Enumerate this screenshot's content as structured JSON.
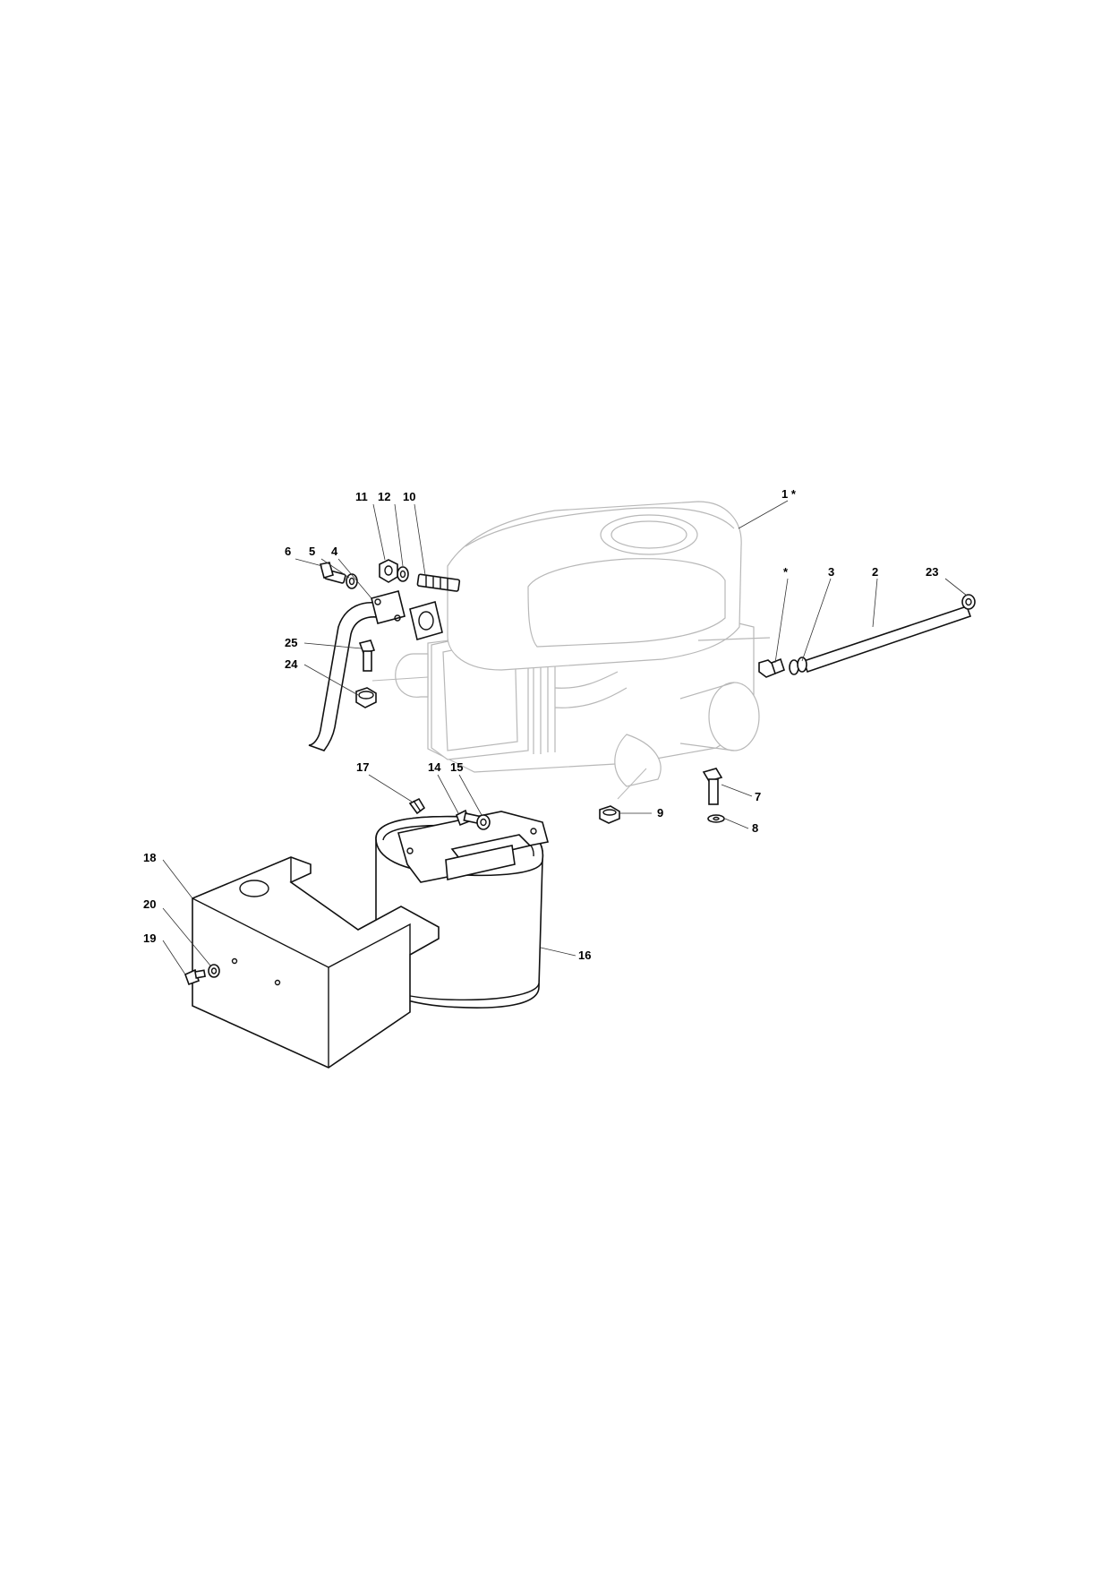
{
  "callouts": {
    "c1": "1 *",
    "c2": "2",
    "c3": "3",
    "c4": "4",
    "c5": "5",
    "c6": "6",
    "c7": "7",
    "c8": "8",
    "c9": "9",
    "c10": "10",
    "c11": "11",
    "c12": "12",
    "c14": "14",
    "c15": "15",
    "c16": "16",
    "c17": "17",
    "c18": "18",
    "c19": "19",
    "c20": "20",
    "c23": "23",
    "c24": "24",
    "c25": "25",
    "cstar": "*"
  }
}
